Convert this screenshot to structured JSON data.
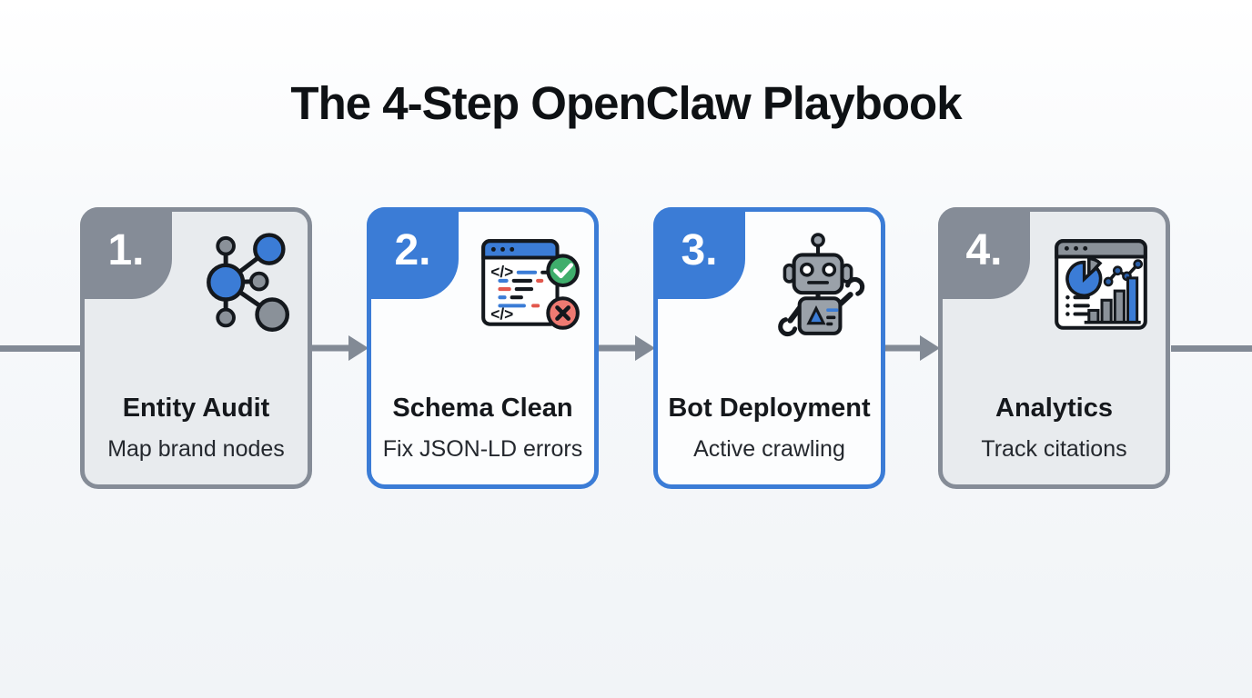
{
  "page": {
    "title": "The 4-Step OpenClaw Playbook"
  },
  "colors": {
    "background": "#f5f7f9",
    "accent_blue": "#3b7cd6",
    "neutral_gray": "#858c97",
    "arrow_gray": "#828a95",
    "gray_card_bg": "#e8ebee",
    "blue_card_bg": "#fcfdfe",
    "success_green": "#3fae6c",
    "error_red": "#ee7a72",
    "title_black": "#0e1114"
  },
  "flow": {
    "direction": "left-to-right",
    "connector_style": "arrow-right",
    "connector_count": 3
  },
  "cards": [
    {
      "number": "1.",
      "title": "Entity Audit",
      "subtitle": "Map brand nodes",
      "theme": "gray",
      "icon": "network-nodes-icon"
    },
    {
      "number": "2.",
      "title": "Schema Clean",
      "subtitle": "Fix JSON-LD errors",
      "theme": "blue",
      "icon": "code-window-validation-icon",
      "icon_glyph_top": "</>",
      "icon_glyph_bottom": "</>"
    },
    {
      "number": "3.",
      "title": "Bot Deployment",
      "subtitle": "Active crawling",
      "theme": "blue",
      "icon": "robot-icon"
    },
    {
      "number": "4.",
      "title": "Analytics",
      "subtitle": "Track citations",
      "theme": "gray",
      "icon": "analytics-dashboard-icon"
    }
  ]
}
